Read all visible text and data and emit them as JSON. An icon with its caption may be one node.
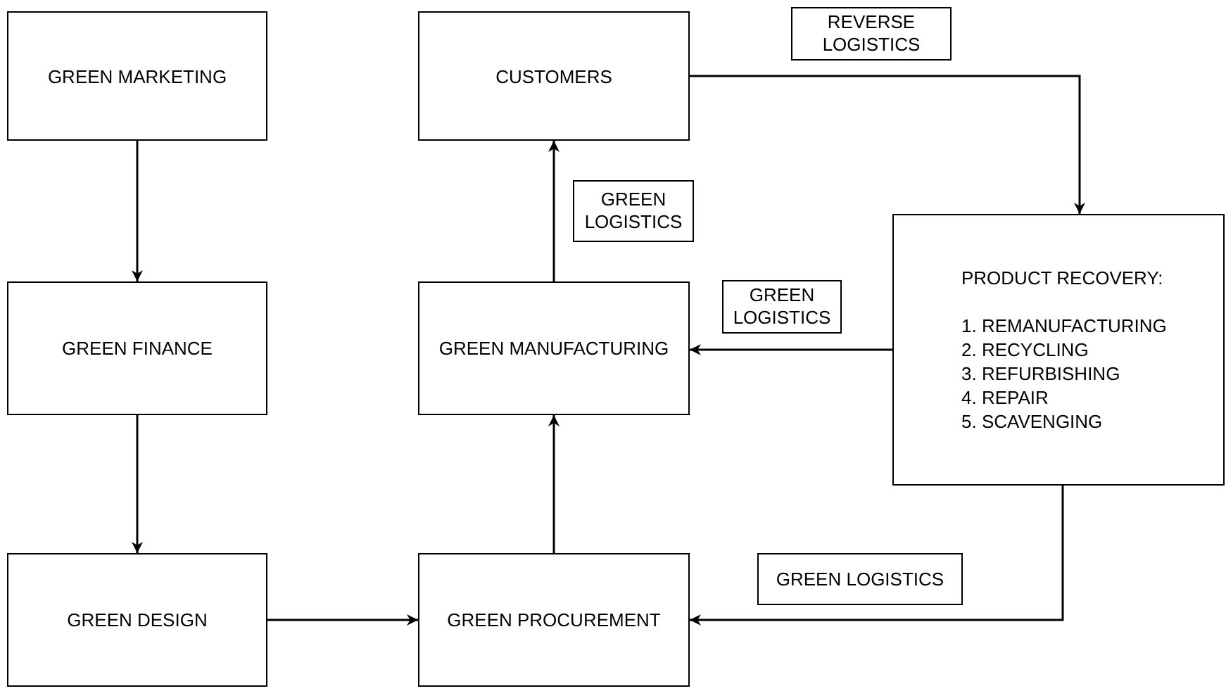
{
  "diagram": {
    "nodes": [
      {
        "text": [
          "GREEN MARKETING"
        ]
      },
      {
        "text": [
          "GREEN FINANCE"
        ]
      },
      {
        "text": [
          "GREEN DESIGN"
        ]
      },
      {
        "text": [
          "CUSTOMERS"
        ]
      },
      {
        "text": [
          "GREEN MANUFACTURING"
        ]
      },
      {
        "text": [
          "GREEN PROCUREMENT"
        ]
      },
      {
        "text": [
          "PRODUCT RECOVERY:",
          "1. REMANUFACTURING",
          "2. RECYCLING",
          "3. REFURBISHING",
          "4. REPAIR",
          "5. SCAVENGING"
        ]
      }
    ],
    "edges": [
      {
        "from": 0,
        "to": 1,
        "arrow": "to"
      },
      {
        "from": 1,
        "to": 2,
        "arrow": "to"
      },
      {
        "from": 2,
        "to": 5,
        "arrow": "to"
      },
      {
        "from": 5,
        "to": 4,
        "arrow": "to"
      },
      {
        "from": 4,
        "to": 3,
        "arrow": "to",
        "label": "GREEN LOGISTICS"
      },
      {
        "from": 3,
        "to": 6,
        "arrow": "to",
        "label": "REVERSE LOGISTICS"
      },
      {
        "from": 6,
        "to": 4,
        "arrow": "to",
        "label": "GREEN LOGISTICS"
      },
      {
        "from": 6,
        "to": 5,
        "arrow": "to",
        "label": "GREEN LOGISTICS"
      }
    ]
  }
}
